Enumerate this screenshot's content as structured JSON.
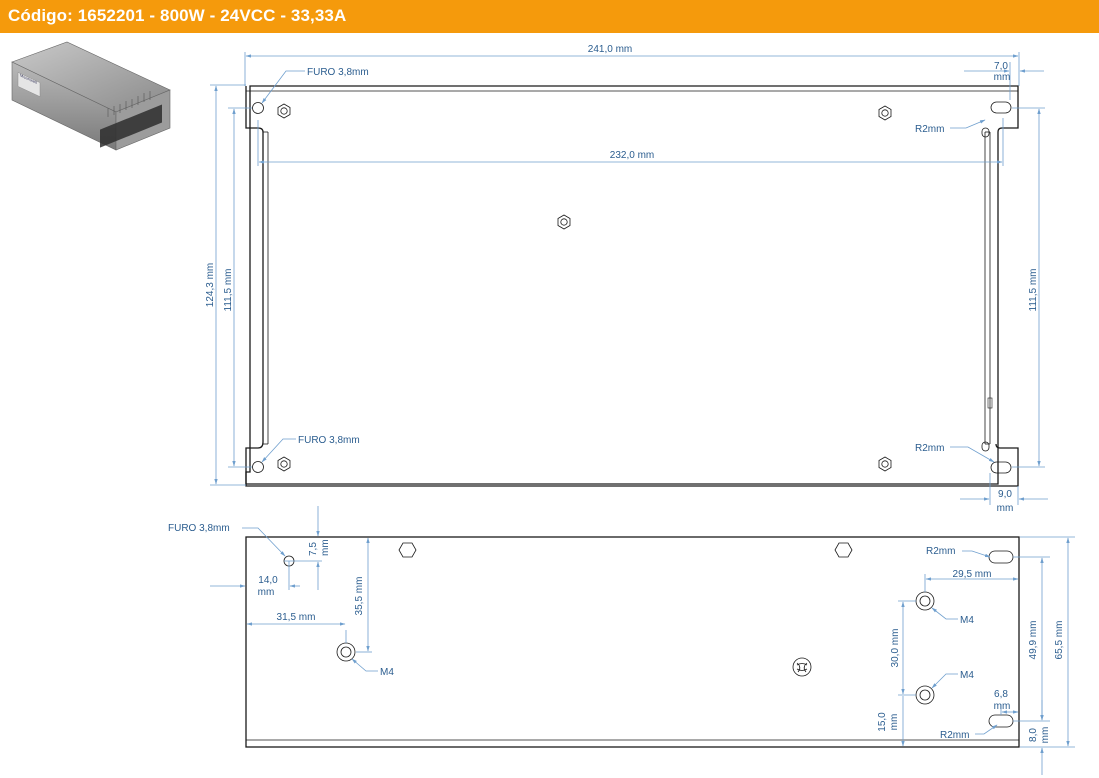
{
  "header": {
    "title": "Código: 1652201 - 800W - 24VCC - 33,33A",
    "color": "#f59a0c"
  },
  "colors": {
    "dimension_line": "#6f9fce",
    "dimension_text": "#2b5d8f",
    "outline": "#1a1a1a"
  },
  "product_image": {
    "icon": "power-supply-photo",
    "label_text": "Meanwell"
  },
  "top_view": {
    "width_overall": "241,0 mm",
    "width_inner": "232,0 mm",
    "height_overall": "124,3 mm",
    "height_inner_left": "111,5 mm",
    "height_inner_right": "111,5 mm",
    "hole_top_left": "FURO 3,8mm",
    "hole_bottom_left": "FURO 3,8mm",
    "slot_top_right": "R2mm",
    "slot_bottom_right": "R2mm",
    "offset_top_right_val": "7,0",
    "offset_top_right_unit": "mm",
    "offset_bottom_right_val": "9,0",
    "offset_bottom_right_unit": "mm"
  },
  "side_view": {
    "hole_label": "FURO 3,8mm",
    "hole_x_val": "14,0",
    "hole_x_unit": "mm",
    "hole_y_val": "7,5",
    "hole_y_unit": "mm",
    "m4_left_x": "31,5 mm",
    "m4_left_y": "35,5 mm",
    "m4_left_label": "M4",
    "m4_right_top_label": "M4",
    "m4_right_bottom_label": "M4",
    "m4_right_x": "29,5 mm",
    "m4_right_spacing": "30,0 mm",
    "m4_right_bottom_offset_val": "15,0",
    "m4_right_bottom_offset_unit": "mm",
    "slot_top_label": "R2mm",
    "slot_bottom_label": "R2mm",
    "slot_x_val": "6,8",
    "slot_x_unit": "mm",
    "slot_y_val": "8,0",
    "slot_y_unit": "mm",
    "slot_spacing": "49,9 mm",
    "height_overall": "65,5 mm"
  }
}
